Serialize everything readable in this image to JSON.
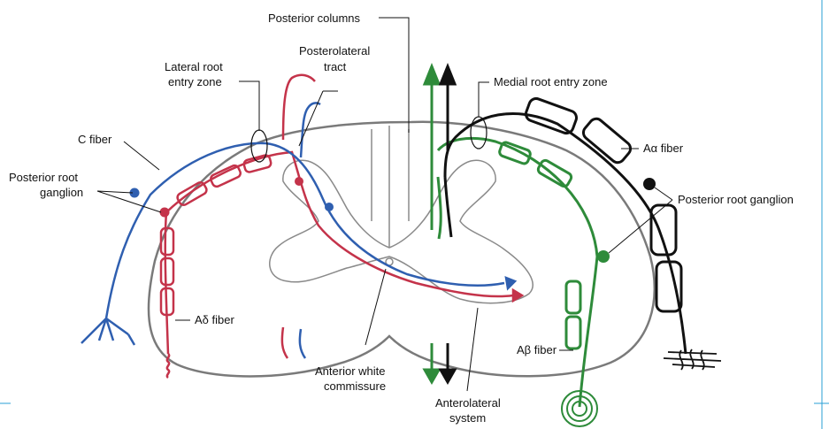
{
  "labels": {
    "posterior_columns": "Posterior columns",
    "posterolateral_tract_1": "Posterolateral",
    "posterolateral_tract_2": "tract",
    "lateral_root_entry_1": "Lateral root",
    "lateral_root_entry_2": "entry zone",
    "medial_root_entry": "Medial root entry zone",
    "c_fiber": "C fiber",
    "posterior_root_ganglion_left_1": "Posterior root",
    "posterior_root_ganglion_left_2": "ganglion",
    "a_alpha_fiber": "Aα fiber",
    "posterior_root_ganglion_right": "Posterior root ganglion",
    "a_delta_fiber": "Aδ fiber",
    "a_beta_fiber": "Aβ fiber",
    "anterior_white_commissure_1": "Anterior white",
    "anterior_white_commissure_2": "commissure",
    "anterolateral_system_1": "Anterolateral",
    "anterolateral_system_2": "system"
  },
  "colors": {
    "c_fiber": "#2f5fb0",
    "a_delta": "#c4334a",
    "a_beta": "#2e8b3a",
    "a_alpha": "#111111",
    "cord_outline": "#7a7a7a",
    "guide_line": "#2a9fd6"
  }
}
